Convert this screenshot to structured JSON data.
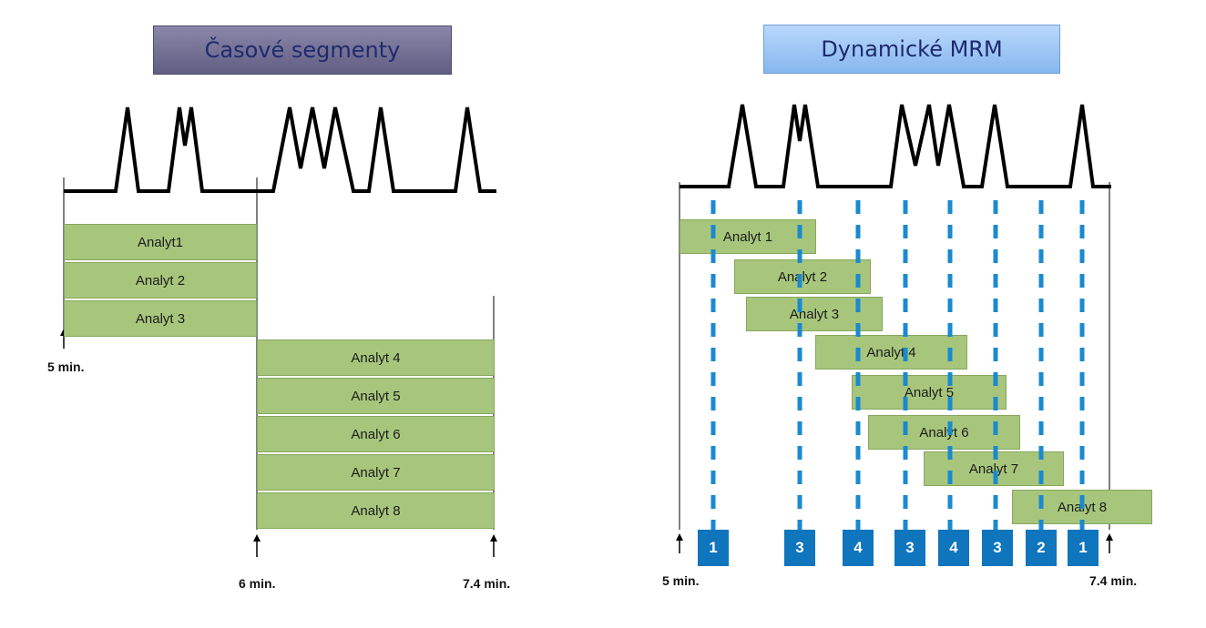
{
  "left": {
    "title": "Časové segmenty",
    "analytes": [
      "Analyt1",
      "Analyt 2",
      "Analyt 3",
      "Analyt 4",
      "Analyt 5",
      "Analyt 6",
      "Analyt 7",
      "Analyt 8"
    ],
    "time_labels": [
      "5 min.",
      "6 min.",
      "7.4 min."
    ]
  },
  "right": {
    "title": "Dynamické MRM",
    "analytes": [
      "Analyt 1",
      "Analyt 2",
      "Analyt 3",
      "Analyt 4",
      "Analyt 5",
      "Analyt 6",
      "Analyt 7",
      "Analyt 8"
    ],
    "counts": [
      "1",
      "3",
      "4",
      "3",
      "4",
      "3",
      "2",
      "1"
    ],
    "time_labels": [
      "5 min.",
      "7.4 min."
    ]
  },
  "colors": {
    "bar_fill": "#a7c67c",
    "dashed_line": "#1a8ad0",
    "count_box": "#0f75bc"
  }
}
